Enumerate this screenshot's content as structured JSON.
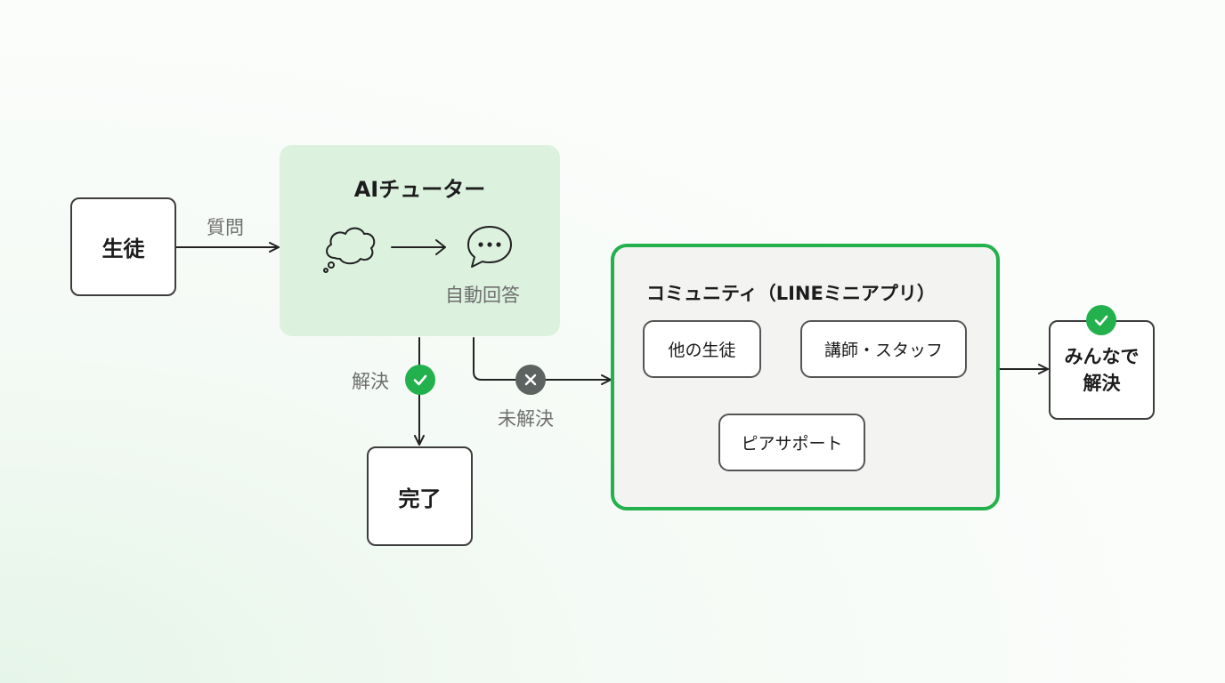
{
  "nodes": {
    "student": "生徒",
    "ai_tutor": "AIチューター",
    "auto_answer": "自動回答",
    "done": "完了",
    "community": "コミュニティ（LINEミニアプリ）",
    "other_students": "他の生徒",
    "staff": "講師・スタッフ",
    "peer_support": "ピアサポート",
    "solved_together_line1": "みんなで",
    "solved_together_line2": "解決"
  },
  "edges": {
    "question": "質問",
    "solved": "解決",
    "unsolved": "未解決"
  },
  "icons": [
    "thought-bubble-icon",
    "speech-bubble-icon",
    "check-icon",
    "cross-icon"
  ],
  "colors": {
    "accent_green": "#22b14c",
    "ai_panel_bg": "#dcf2df",
    "community_border": "#22b14c",
    "community_bg": "#f3f3f1",
    "unsolved_badge": "#5d6360"
  }
}
